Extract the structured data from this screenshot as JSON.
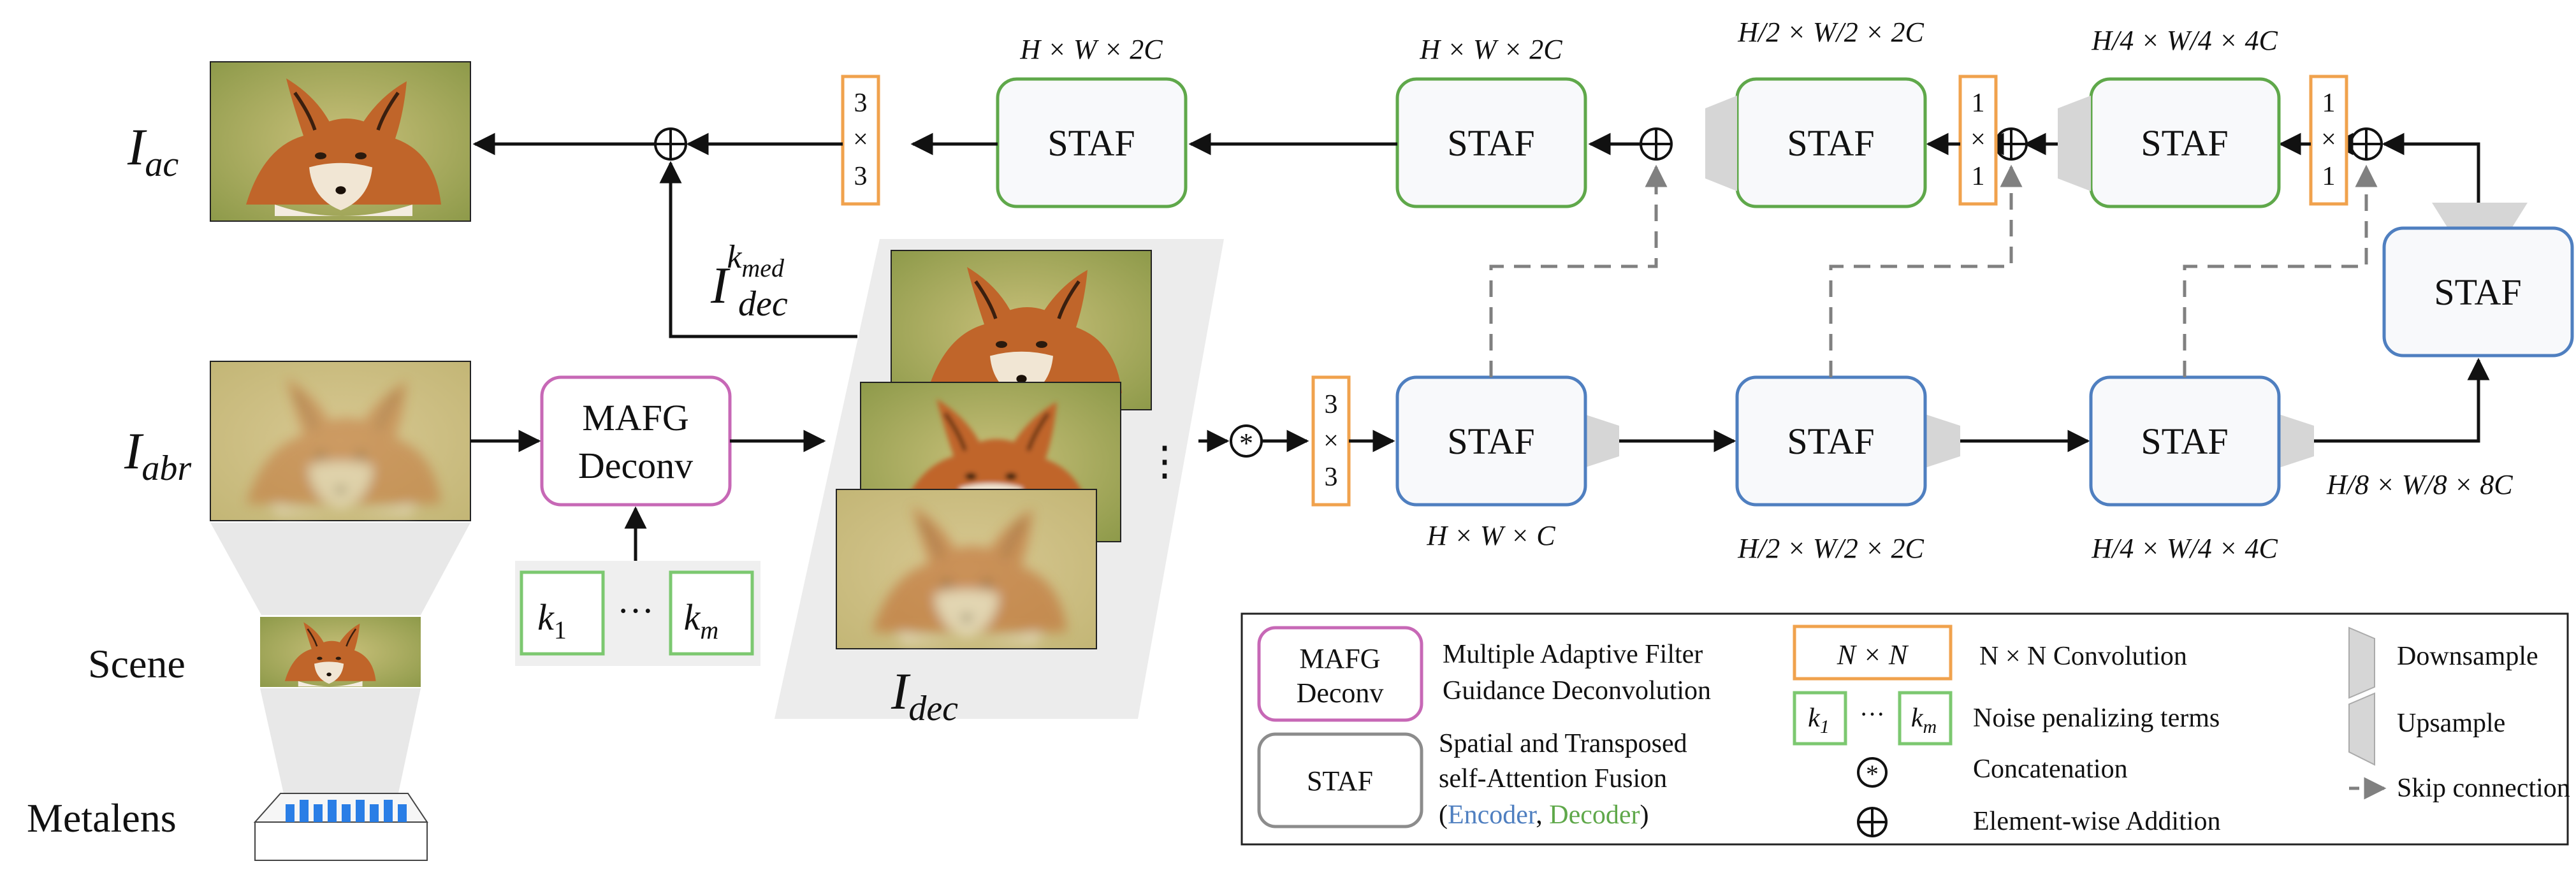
{
  "images": {
    "ac_label": "I",
    "ac_sub": "ac",
    "abr_label": "I",
    "abr_sub": "abr",
    "dec_label": "I",
    "dec_sub": "dec",
    "kmed_label": "I",
    "kmed_sub": "dec",
    "kmed_sup": "k",
    "kmed_supsub": "med",
    "scene": "Scene",
    "metalens": "Metalens",
    "dots_vertical": "⋮"
  },
  "mafg": {
    "line1": "MAFG",
    "line2": "Deconv"
  },
  "kernels": {
    "k1": "k",
    "k1_sub": "1",
    "km": "k",
    "km_sub": "m",
    "dots": "···"
  },
  "staf_label": "STAF",
  "conv3": [
    "3",
    "×",
    "3"
  ],
  "conv1": [
    "1",
    "×",
    "1"
  ],
  "dims": {
    "dec1": "H × W × 2C",
    "dec2": "H × W × 2C",
    "dec3": "H/2 × W/2 × 2C",
    "dec4": "H/4 × W/4 × 4C",
    "enc1": "H × W × C",
    "enc2": "H/2 × W/2 × 2C",
    "enc3": "H/4 × W/4 × 4C",
    "bottleneck": "H/8 × W/8 × 8C"
  },
  "legend": {
    "mafg_box_1": "MAFG",
    "mafg_box_2": "Deconv",
    "mafg_desc_1": "Multiple Adaptive Filter",
    "mafg_desc_2": "Guidance Deconvolution",
    "staf_box": "STAF",
    "staf_desc_1": "Spatial and Transposed",
    "staf_desc_2": "self-Attention Fusion",
    "staf_desc_3_open": "(",
    "staf_desc_3_enc": "Encoder",
    "staf_desc_3_comma": ", ",
    "staf_desc_3_dec": "Decoder",
    "staf_desc_3_close": ")",
    "conv_box": "N × N",
    "conv_desc": "N × N Convolution",
    "noise_desc": "Noise penalizing terms",
    "concat_desc": "Concatenation",
    "add_desc": "Element-wise Addition",
    "down_desc": "Downsample",
    "up_desc": "Upsample",
    "skip_desc": "Skip connection"
  },
  "colors": {
    "encoder": "#4f7fc0",
    "decoder": "#5fa84a",
    "mafg": "#c768b6",
    "conv": "#f0a24d",
    "kernel": "#7cc870",
    "skip": "#808080"
  }
}
